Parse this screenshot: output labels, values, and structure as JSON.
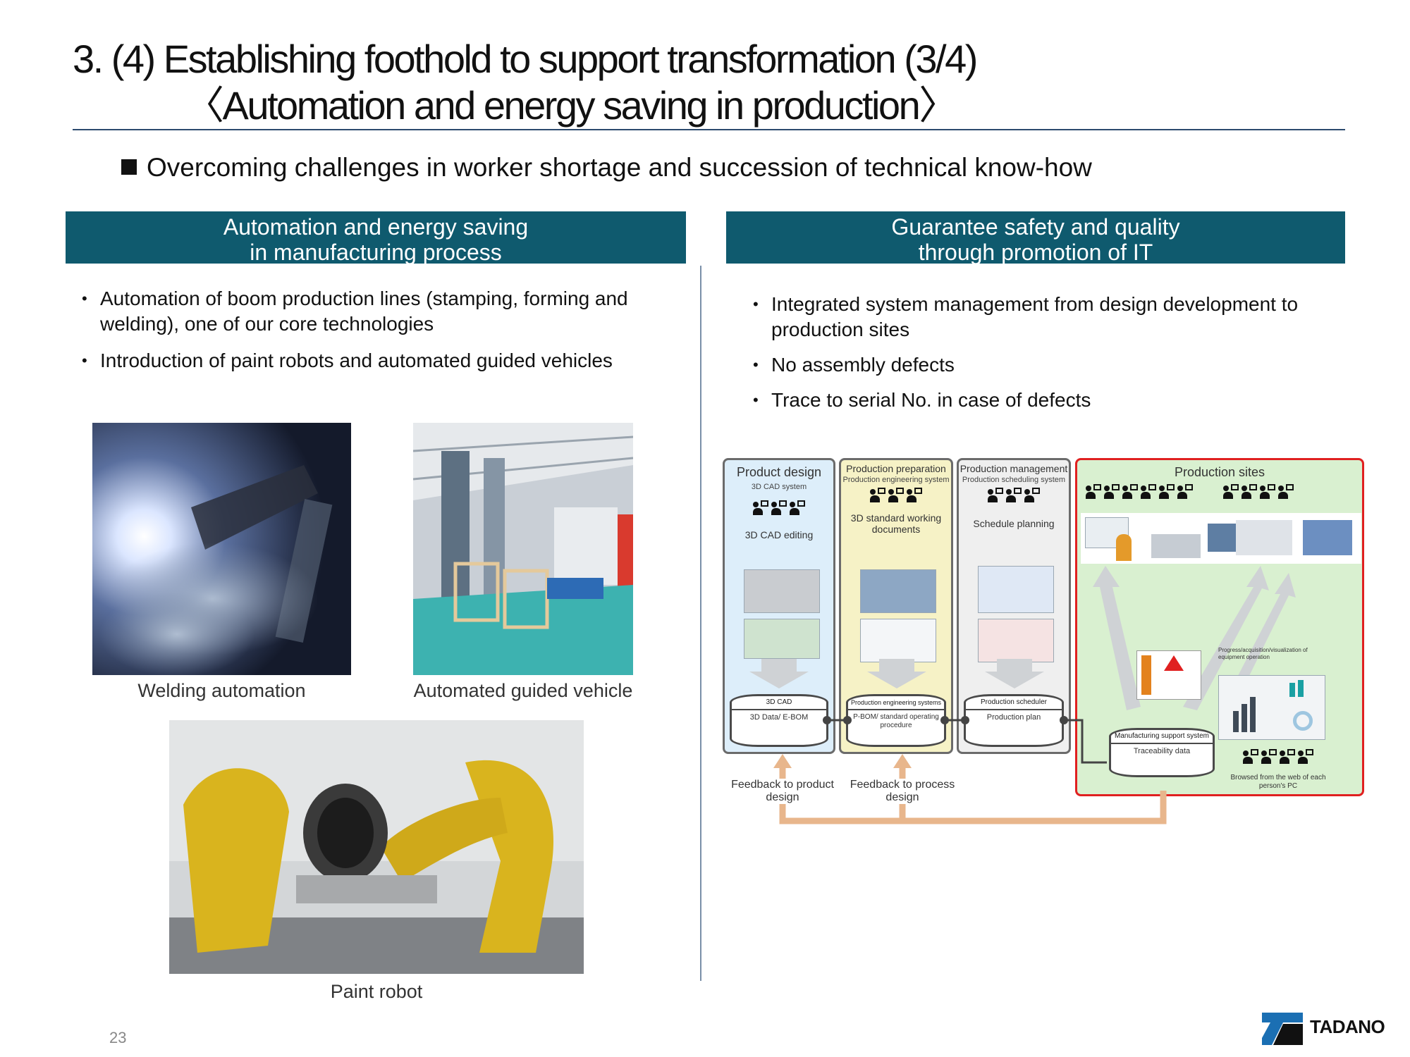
{
  "header": {
    "title_line1": "3. (4) Establishing foothold to support  transformation (3/4)",
    "title_line2": "〈Automation and energy saving in production〉",
    "subheading": "Overcoming challenges in worker shortage and succession of technical know-how"
  },
  "left": {
    "banner_line1": "Automation and energy saving",
    "banner_line2": "in manufacturing process",
    "bullets": [
      "Automation of boom production lines (stamping, forming and welding), one of our core technologies",
      "Introduction of paint robots and automated guided vehicles"
    ],
    "photos": {
      "welding": "Welding automation",
      "agv": "Automated guided vehicle",
      "paint": "Paint robot"
    }
  },
  "right": {
    "banner_line1": "Guarantee safety and quality",
    "banner_line2": "through promotion of IT",
    "bullets": [
      "Integrated system management from design development to production sites",
      "No assembly defects",
      "Trace to serial No. in case of defects"
    ]
  },
  "diagram": {
    "product_design": {
      "title": "Product design",
      "system": "3D CAD system",
      "step": "3D CAD editing",
      "db_top": "3D CAD",
      "db_body": "3D Data/ E-BOM"
    },
    "production_preparation": {
      "title": "Production preparation",
      "system": "Production engineering system",
      "step": "3D standard working documents",
      "db_top": "Production engineering systems",
      "db_body": "P-BOM/ standard operating procedure"
    },
    "production_management": {
      "title": "Production management",
      "system": "Production scheduling system",
      "step": "Schedule planning",
      "db_top": "Production scheduler",
      "db_body": "Production plan"
    },
    "production_sites": {
      "title": "Production sites",
      "progress_note": "Progress/acquisition/visualization of equipment operation",
      "db_top": "Manufacturing support system",
      "db_body": "Traceability data",
      "browse_note": "Browsed from the web of each person's PC"
    },
    "feedback_product": "Feedback to product design",
    "feedback_process": "Feedback to process design",
    "colors": {
      "col1": "#ddeefa",
      "col2": "#f6f2c6",
      "col3": "#efefef",
      "col4": "#d9f0d0",
      "col4_border": "#e02020",
      "feedback": "#e8b68c"
    }
  },
  "footer": {
    "page_number": "23",
    "logo": "TADANO"
  }
}
